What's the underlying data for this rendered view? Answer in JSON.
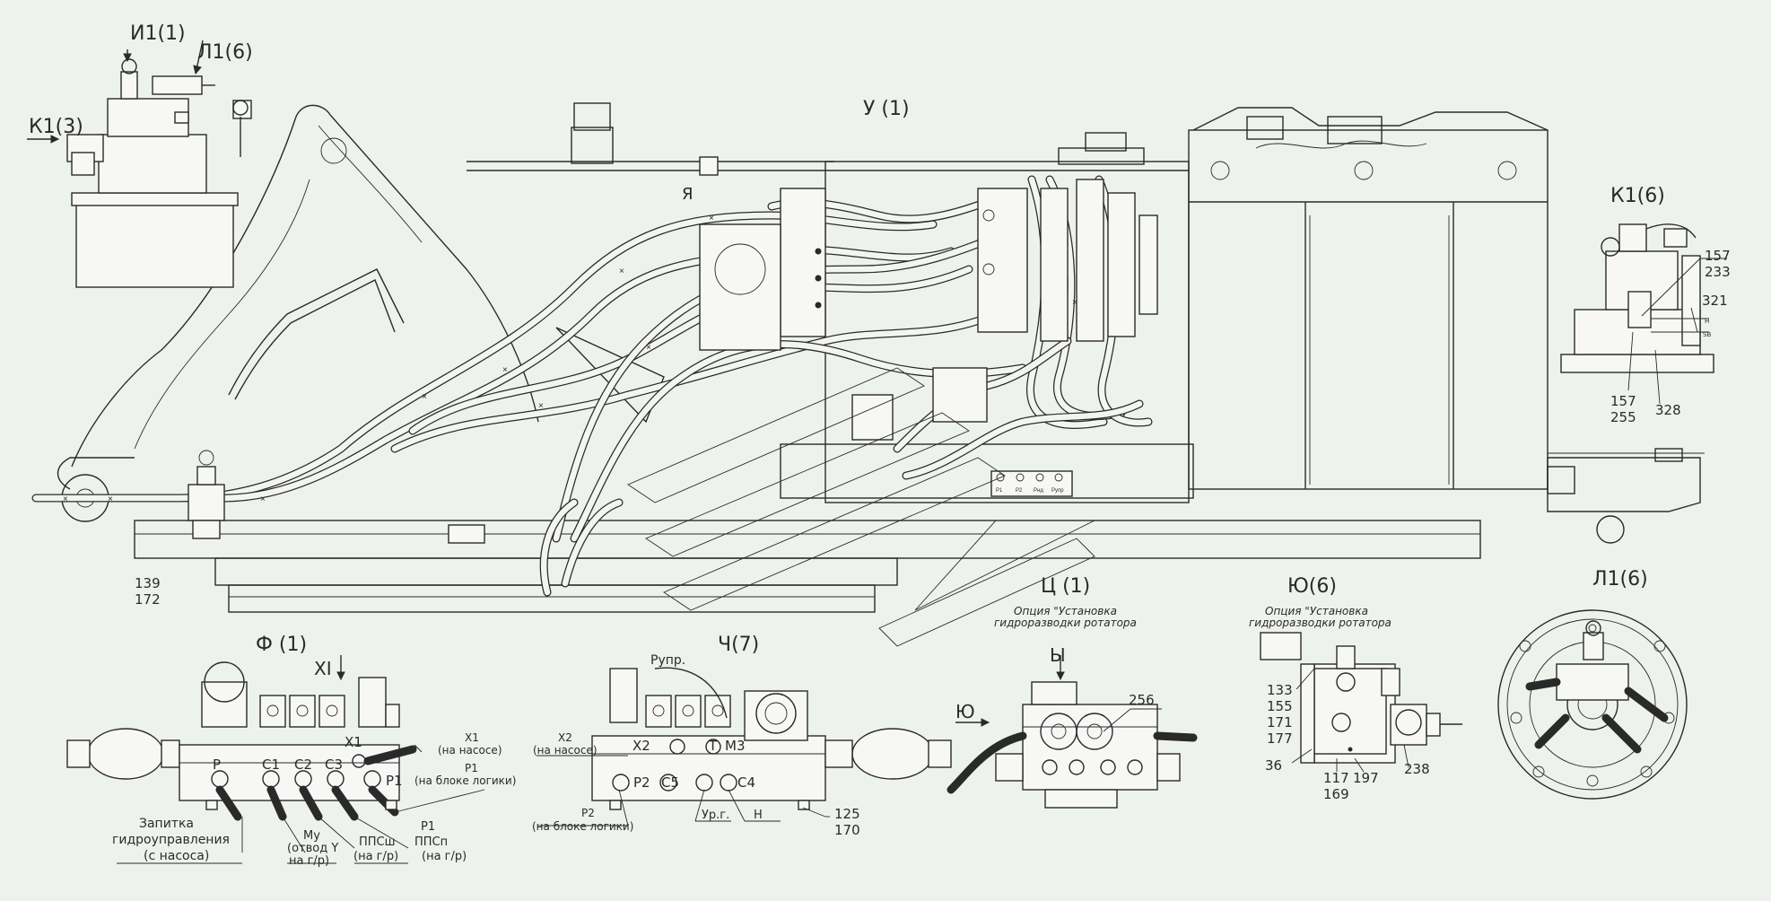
{
  "views": {
    "i1": "И1(1)",
    "l1_top": "Л1(6)",
    "k1_left": "К1(3)",
    "u": "У (1)",
    "ya": "Я",
    "k1_right": "К1(6)",
    "f": "Ф (1)",
    "ch": "Ч(7)",
    "ts": "Ц (1)",
    "yu_view": "Ю(6)",
    "l1_bottom": "Л1(6)",
    "y_hard": "Ы",
    "xi": "XI",
    "yu_arrow": "Ю"
  },
  "option_text": {
    "line1": "Опция \"Установка",
    "line2": "гидроразводки ротатора"
  },
  "refs": {
    "r157a": "157",
    "r233": "233",
    "r321": "321",
    "r157b": "157",
    "r255": "255",
    "r328": "328",
    "r139": "139",
    "r172": "172",
    "r125": "125",
    "r170": "170",
    "r256": "256",
    "r133": "133",
    "r155": "155",
    "r171": "171",
    "r177": "177",
    "r36": "36",
    "r117": "117",
    "r169": "169",
    "r197": "197",
    "r238": "238",
    "h_tag": "H",
    "sb_tag": "SB"
  },
  "block_f": {
    "p": "P",
    "c1": "C1",
    "c2": "C2",
    "c3": "C3",
    "x1_port": "X1",
    "p1_port": "P1",
    "x1_note": "X1",
    "x1_sub": "(на насосе)",
    "p1_note": "P1",
    "p1_sub": "(на блоке логики)",
    "feed1": "Запитка",
    "feed2": "гидроуправления",
    "feed3": "(с насоса)",
    "mu1": "Му",
    "mu2": "(отвод Y",
    "mu3": "на г/р)",
    "ppsh1": "ППСш",
    "ppsh2": "(на г/р)",
    "ppsp1": "ППСп",
    "ppsp2": "(на г/р)",
    "p1b": "P1"
  },
  "block_ch": {
    "rupr": "Рупр.",
    "x2_port": "X2",
    "t_port": "T",
    "m3_port": "M3",
    "p2_port": "P2",
    "c5_port": "C5",
    "c4_port": "C4",
    "x2_note": "X2",
    "x2_sub": "(на насосе)",
    "p2_note": "P2",
    "p2_sub": "(на блоке логики)",
    "urg": "Ур.г.",
    "h": "Н"
  },
  "panel_labels": {
    "p1": "P1",
    "p2": "P2",
    "pnd": "Pнд",
    "ppvp": "Pупр"
  }
}
